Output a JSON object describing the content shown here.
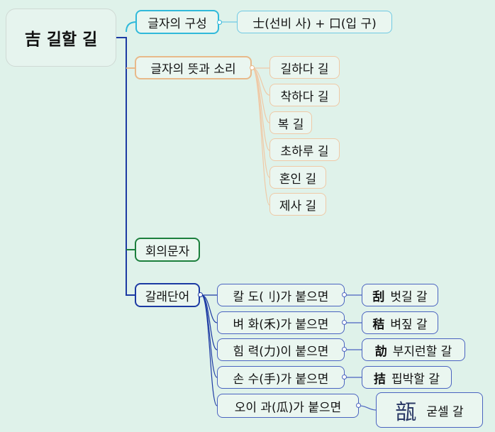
{
  "root": {
    "label": "吉 길할 길"
  },
  "composition": {
    "label": "글자의 구성",
    "detail": "士(선비 사) + 口(입 구)"
  },
  "meaning": {
    "label": "글자의 뜻과 소리",
    "items": [
      "길하다 길",
      "착하다 길",
      "복 길",
      "초하루 길",
      "혼인 길",
      "제사 길"
    ]
  },
  "category": {
    "label": "회의문자"
  },
  "derived": {
    "label": "갈래단어",
    "branches": [
      {
        "condition": "칼 도(刂)가 붙으면",
        "char": "刮",
        "meaning": "벗길 갈"
      },
      {
        "condition": "벼 화(禾)가 붙으면",
        "char": "秸",
        "meaning": "벼짚 갈"
      },
      {
        "condition": "힘 력(力)이 붙으면",
        "char": "劼",
        "meaning": "부지런할 갈"
      },
      {
        "condition": "손 수(手)가 붙으면",
        "char": "拮",
        "meaning": "핍박할 갈"
      },
      {
        "condition": "오이 과(瓜)가 붙으면",
        "char": "瓿",
        "meaning": "굳셀 갈"
      }
    ]
  },
  "colors": {
    "trunk": "#1c3aa3",
    "composition": "#30b9da",
    "meaning": "#e8b98a",
    "category": "#1c7f3d",
    "derived": "#1c3aa3"
  }
}
